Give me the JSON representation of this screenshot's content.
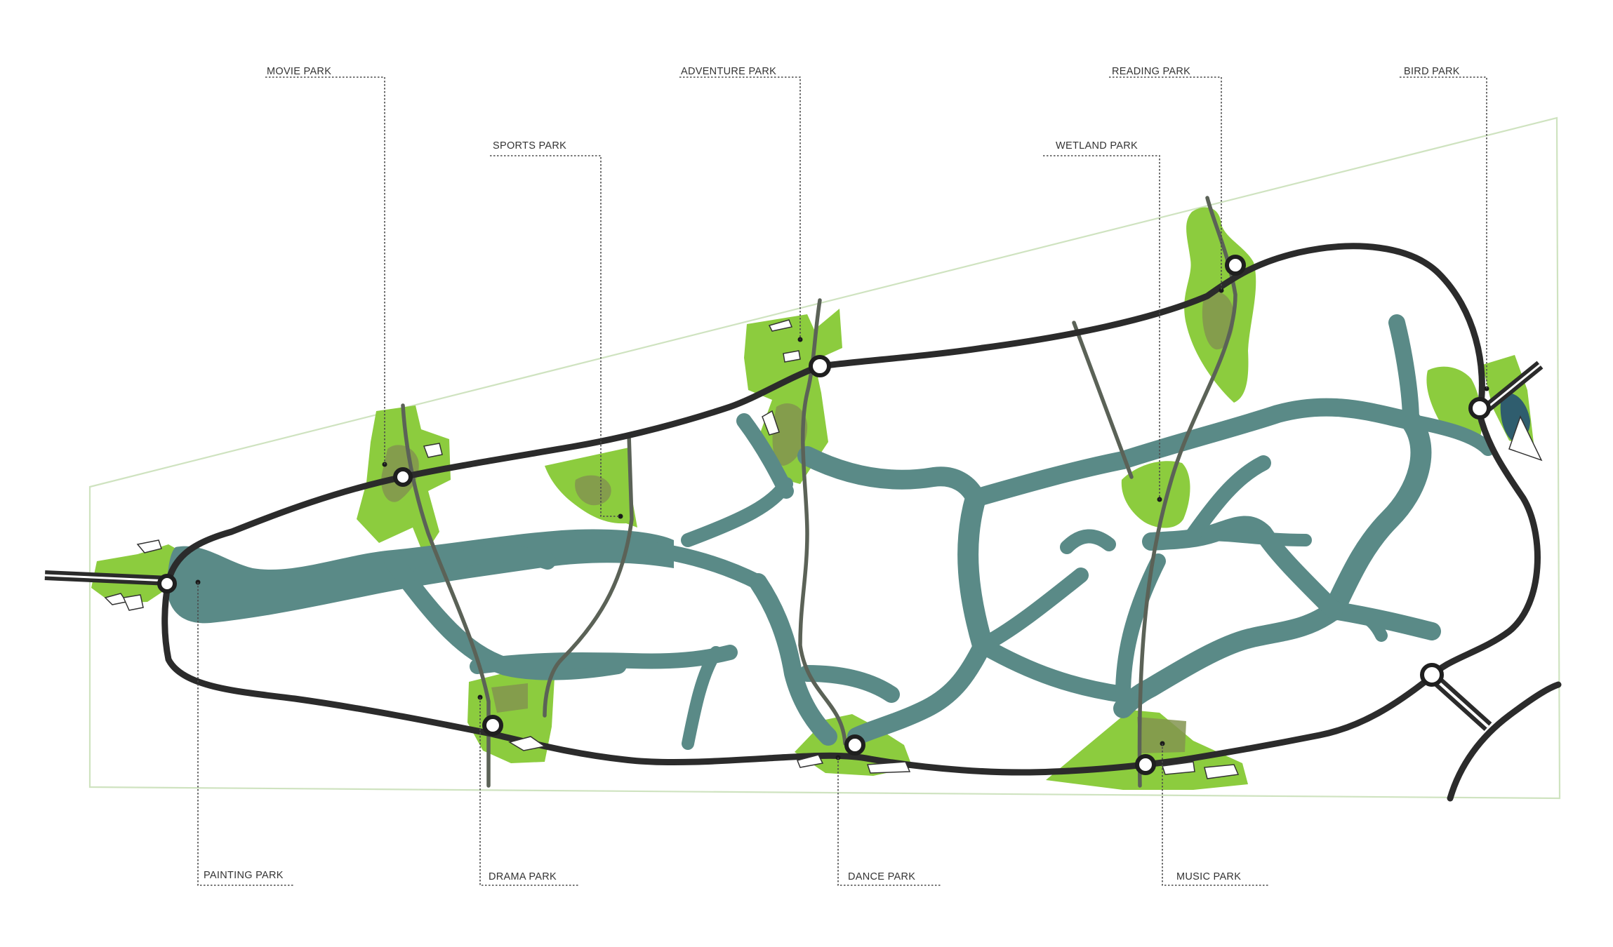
{
  "map": {
    "parks": {
      "movie": "MOVIE PARK",
      "sports": "SPORTS PARK",
      "adventure": "ADVENTURE PARK",
      "wetland": "WETLAND PARK",
      "reading": "READING PARK",
      "bird": "BIRD PARK",
      "painting": "PAINTING PARK",
      "drama": "DRAMA PARK",
      "dance": "DANCE PARK",
      "music": "MUSIC PARK"
    },
    "colors": {
      "park_green": "#8ccc3e",
      "park_inner": "#82944f",
      "water": "#5a8a87",
      "road": "#2b2b2b",
      "secondary_road": "#5b6257",
      "site_boundary": "#cfe3c0"
    }
  }
}
